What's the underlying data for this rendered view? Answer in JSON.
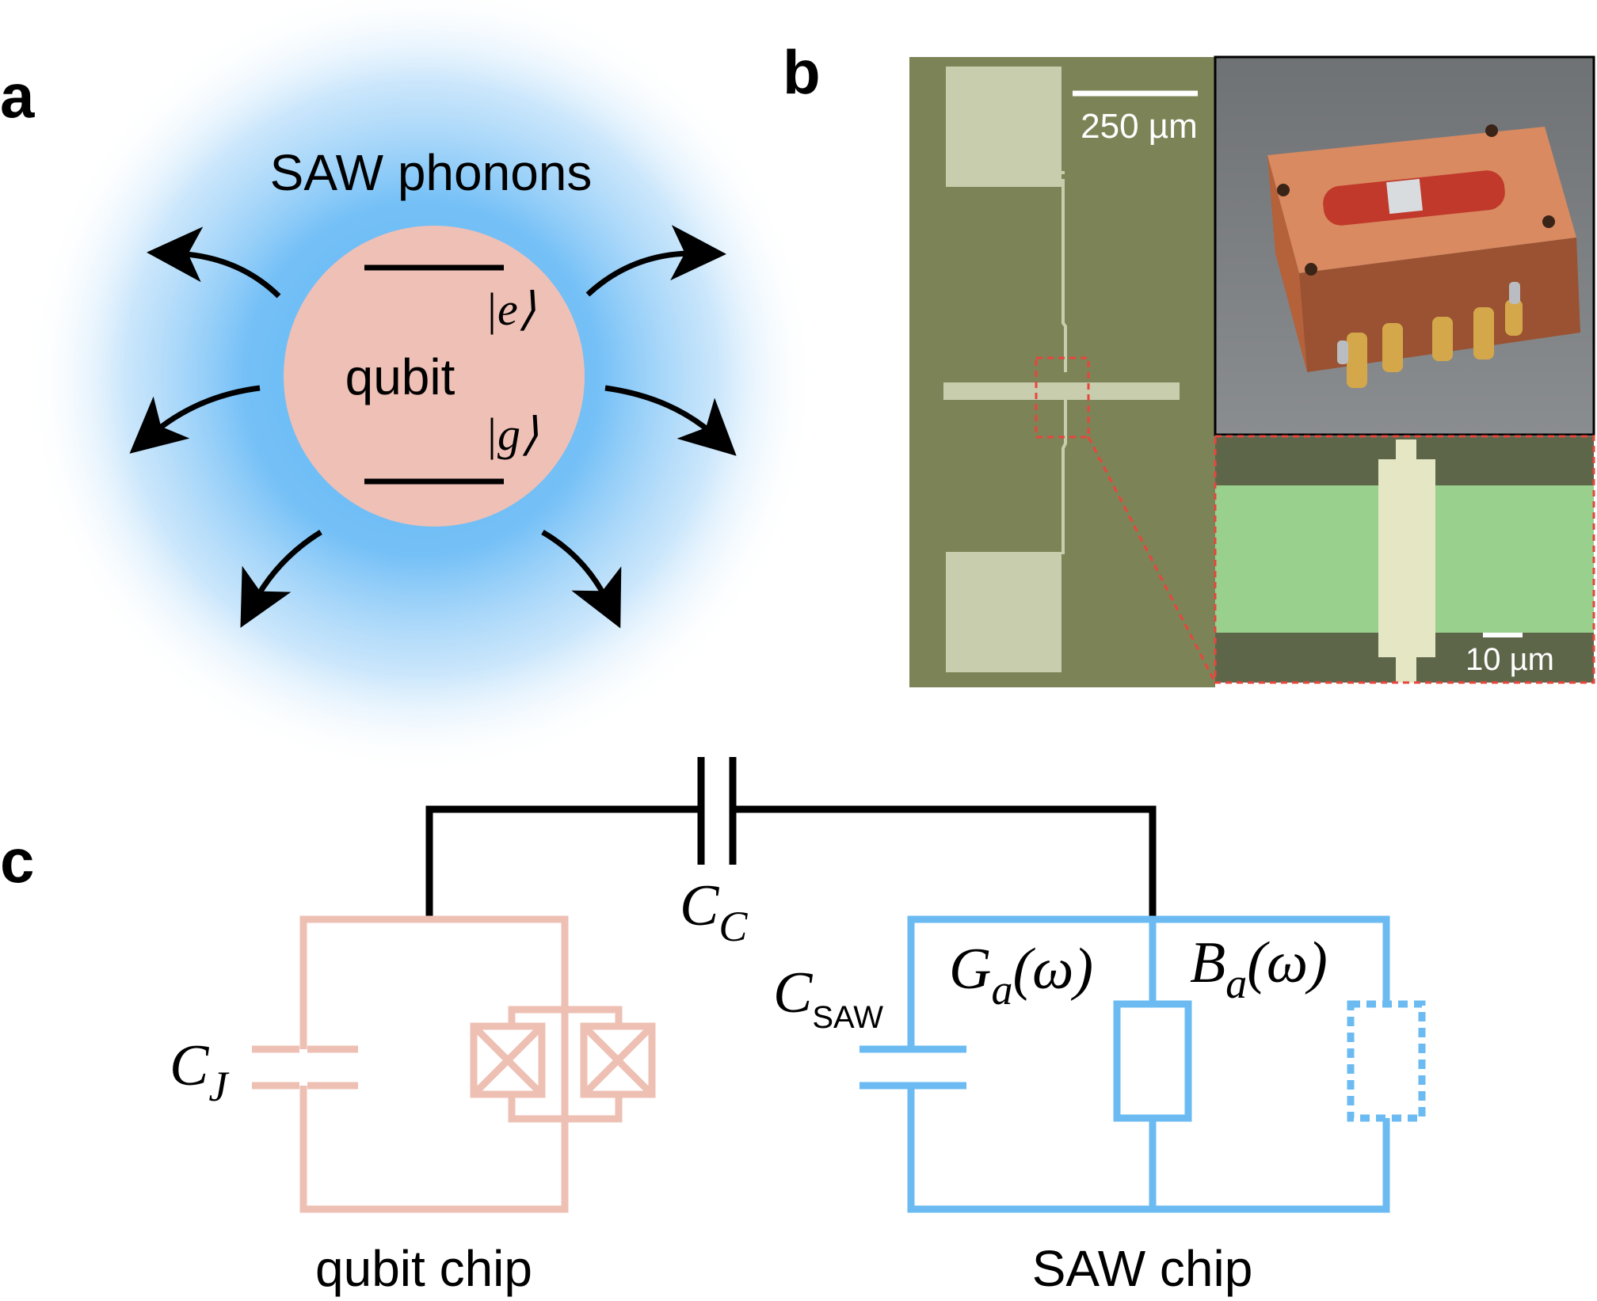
{
  "panel_a": {
    "label": "a",
    "title": "SAW phonons",
    "qubit_label": "qubit",
    "excited_state": "|e⟩",
    "ground_state": "|g⟩",
    "colors": {
      "glow": "#5bb4f5",
      "qubit_fill": "#efc0b6",
      "arrow": "#000000"
    }
  },
  "panel_b": {
    "label": "b",
    "scale_bar_main": "250 µm",
    "scale_bar_inset": "10 µm",
    "colors": {
      "substrate": "#7c8457",
      "metal": "#c8cdae",
      "copper": "#b8623e",
      "zoom_box": "#e8453c",
      "saw_green": "#9ad08e"
    }
  },
  "panel_c": {
    "label": "c",
    "coupling_cap": {
      "main": "C",
      "sub": "C"
    },
    "junction_cap": {
      "main": "C",
      "sub": "J"
    },
    "saw_cap": {
      "main": "C",
      "sub": "SAW"
    },
    "conductance": {
      "main": "G",
      "sub": "a",
      "arg": "(ω)"
    },
    "susceptance": {
      "main": "B",
      "sub": "a",
      "arg": "(ω)"
    },
    "qubit_chip_label": "qubit chip",
    "saw_chip_label": "SAW chip",
    "colors": {
      "qubit_circuit": "#eec0b4",
      "saw_circuit": "#6bbbf2",
      "wire": "#000000"
    }
  }
}
